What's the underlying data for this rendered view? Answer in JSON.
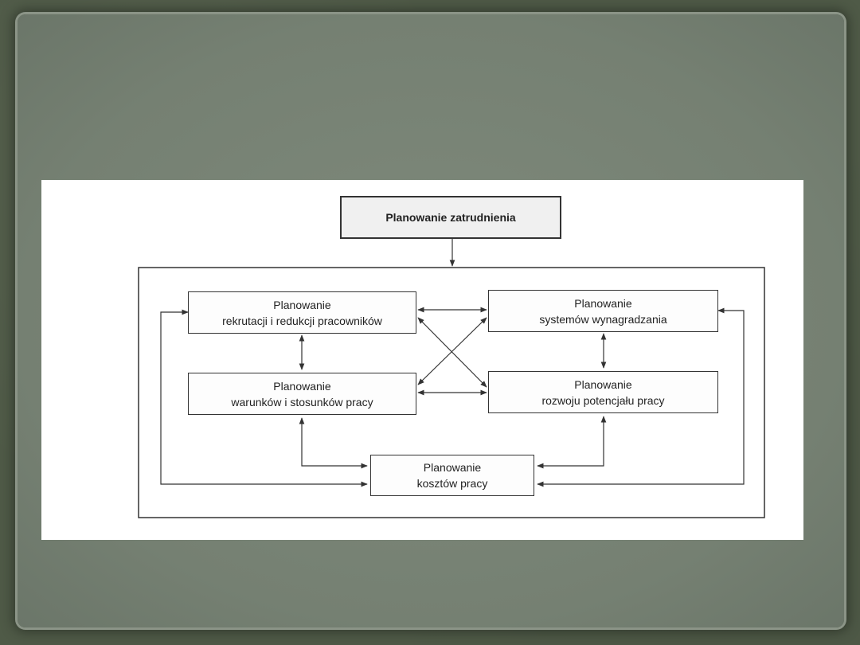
{
  "diagram": {
    "top": {
      "label": "Planowanie zatrudnienia"
    },
    "recruitment": {
      "line1": "Planowanie",
      "line2": "rekrutacji i redukcji pracowników"
    },
    "compensation": {
      "line1": "Planowanie",
      "line2": "systemów wynagradzania"
    },
    "conditions": {
      "line1": "Planowanie",
      "line2": "warunków i stosunków pracy"
    },
    "development": {
      "line1": "Planowanie",
      "line2": "rozwoju potencjału pracy"
    },
    "costs": {
      "line1": "Planowanie",
      "line2": "kosztów pracy"
    }
  }
}
